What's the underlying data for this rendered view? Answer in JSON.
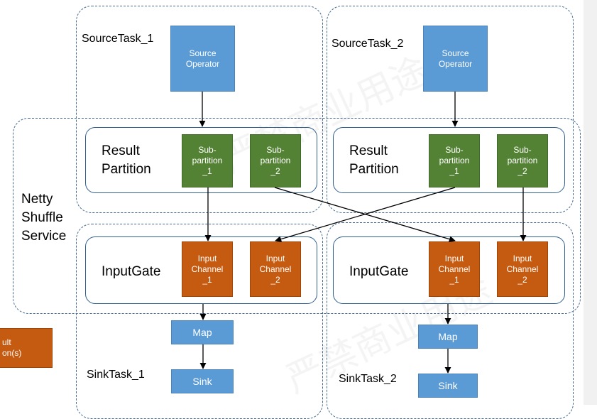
{
  "watermark": "严禁商业用途",
  "tasks": {
    "source_task_1": "SourceTask_1",
    "source_task_2": "SourceTask_2",
    "sink_task_1": "SinkTask_1",
    "sink_task_2": "SinkTask_2"
  },
  "service_label": "Netty\nShuffle\nService",
  "source_operator": "Source\nOperator",
  "result_partition": "Result\nPartition",
  "subpartition_1": "Sub-\npartition\n_1",
  "subpartition_2": "Sub-\npartition\n_2",
  "input_gate": "InputGate",
  "input_channel_1": "Input\nChannel\n_1",
  "input_channel_2": "Input\nChannel\n_2",
  "map": "Map",
  "sink": "Sink",
  "legend_partial": "ult\non(s)",
  "colors": {
    "blue": "#5b9bd5",
    "green": "#548235",
    "orange": "#c55a11",
    "border": "#2f5f8e"
  }
}
